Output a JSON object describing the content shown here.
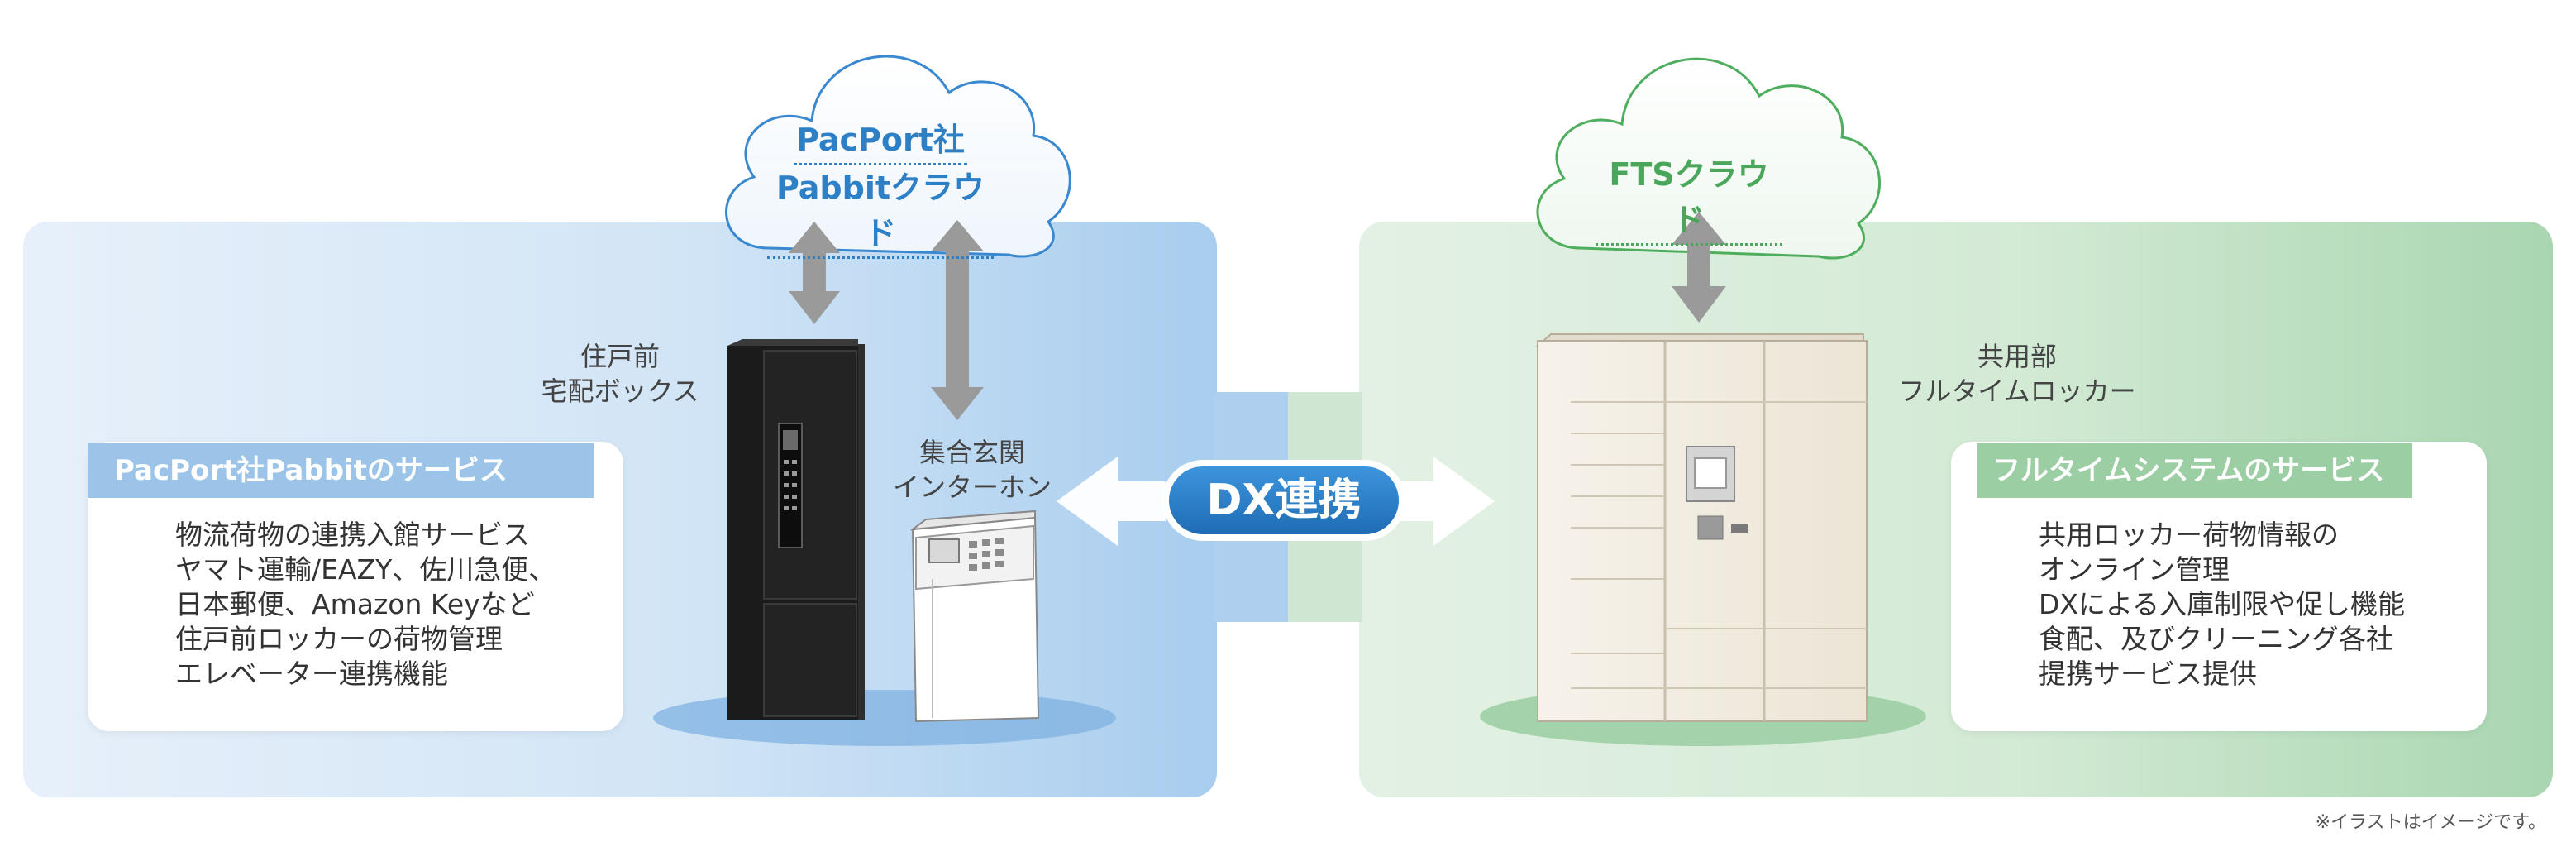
{
  "left_service": {
    "title": "PacPort社Pabbitのサービス",
    "items": [
      "物流荷物の連携入館サービス",
      "ヤマト運輸/EAZY、佐川急便、",
      "日本郵便、Amazon Keyなど",
      "住戸前ロッカーの荷物管理",
      "エレベーター連携機能"
    ]
  },
  "right_service": {
    "title": "フルタイムシステムのサービス",
    "items": [
      "共用ロッカー荷物情報の",
      "オンライン管理",
      "DXによる入庫制限や促し機能",
      "食配、及びクリーニング各社",
      "提携サービス提供"
    ]
  },
  "cloud_left": {
    "line1": "PacPort社",
    "line2": "Pabbitクラウド"
  },
  "cloud_right": {
    "line1": "FTSクラウド"
  },
  "devices": {
    "door_box": {
      "line1": "住戸前",
      "line2": "宅配ボックス"
    },
    "intercom": {
      "line1": "集合玄関",
      "line2": "インターホン"
    },
    "locker": {
      "line1": "共用部",
      "line2": "フルタイムロッカー"
    }
  },
  "center_label": "DX連携",
  "footnote": "※イラストはイメージです。",
  "colors": {
    "blue_accent": "#2d7fc6",
    "green_accent": "#4aa65a",
    "blue_panel": "#d2e5f6",
    "green_panel": "#d3ead5"
  }
}
